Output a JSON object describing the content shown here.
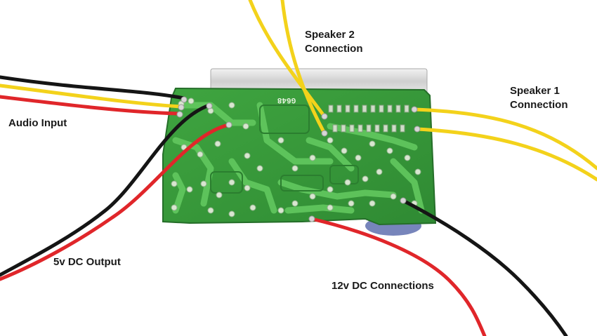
{
  "labels": {
    "speaker2_line1": "Speaker 2",
    "speaker2_line2": "Connection",
    "speaker1_line1": "Speaker 1",
    "speaker1_line2": "Connection",
    "audio_input": "Audio Input",
    "dc_5v_output": "5v DC Output",
    "dc_12v_connections": "12v DC Connections"
  },
  "board": {
    "marking": "G648"
  },
  "colors": {
    "pcb_green": "#3a9a3c",
    "trace_green": "#5cc05a",
    "wire_red": "#e0262a",
    "wire_black": "#151515",
    "wire_yellow": "#f3d21b",
    "heatsink": "#d9d9d9"
  }
}
